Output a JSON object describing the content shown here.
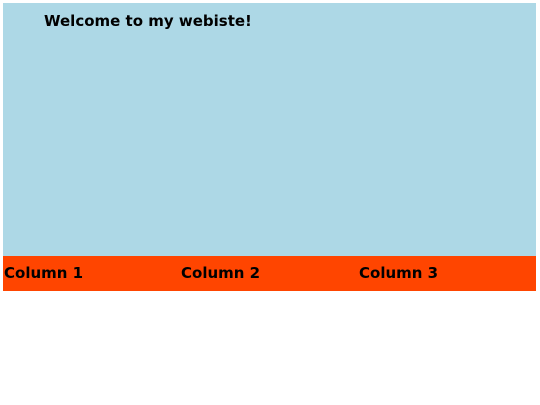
{
  "hero": {
    "title": "Welcome to my webiste!",
    "background_color": "#add8e6"
  },
  "columns": {
    "background_color": "#ff4500",
    "items": [
      {
        "label": "Column 1"
      },
      {
        "label": "Column 2"
      },
      {
        "label": "Column 3"
      }
    ]
  }
}
